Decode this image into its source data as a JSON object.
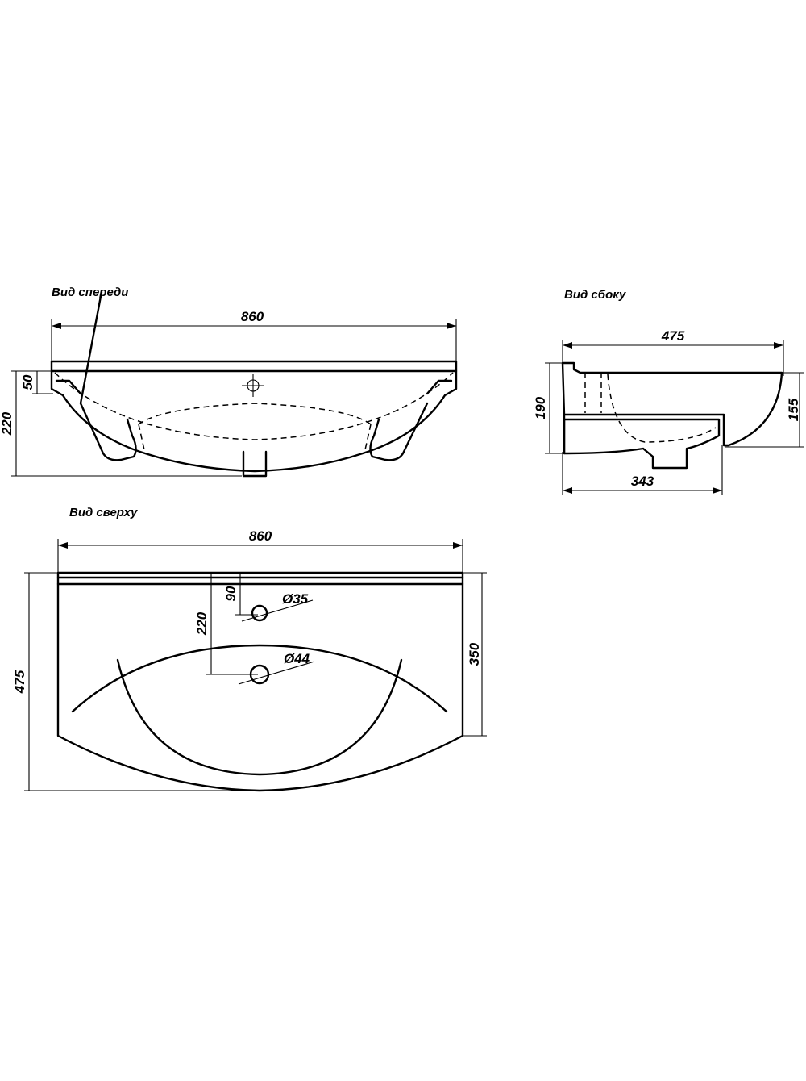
{
  "views": {
    "front": {
      "label": "Вид спереди",
      "width": "860",
      "rim_height": "50",
      "total_height": "220"
    },
    "side": {
      "label": "Вид сбоку",
      "depth": "475",
      "height": "190",
      "bowl_height": "155",
      "base_depth": "343"
    },
    "top": {
      "label": "Вид сверху",
      "width": "860",
      "depth": "475",
      "bowl_depth": "350",
      "tap_hole_offset": "90",
      "drain_offset": "220",
      "tap_hole_diameter": "Ø35",
      "drain_diameter": "Ø44"
    }
  }
}
